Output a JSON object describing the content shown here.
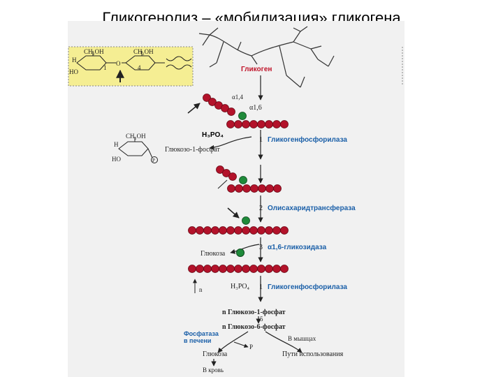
{
  "title": "Гликогенолиз – «мобилизация» гликогена",
  "structure": {
    "ch2oh_1": "CH₂OH",
    "ch2oh_2": "CH₂OH",
    "h": "H",
    "ho": "HO",
    "o": "O",
    "c1": "1",
    "c4": "4"
  },
  "glycogen_label": "Гликоген",
  "bond_a14": "α1,4",
  "bond_a16": "α1,6",
  "h3po4": "H₃PO₄",
  "step1_num": "1",
  "enzyme_1": "Гликогенфосфорилаза",
  "g1p_struct": {
    "ch2oh": "CH₂OH",
    "h": "H",
    "ho": "HO",
    "p": "P"
  },
  "g1p_label": "Глюкозо-1-фосфат",
  "step2_num": "2",
  "enzyme_2": "Олисахаридтрансфераза",
  "glucose_label": "Глюкоза",
  "step3_num": "3",
  "enzyme_3": "α1,6-гликозидаза",
  "h3po4_2": "H₃PO₄",
  "step1b_num": "1",
  "enzyme_1b": "Гликогенфосфорилаза",
  "n_label": "n",
  "prod_g1p": "n Глюкозо-1-фосфат",
  "step5_num": "5",
  "prod_g6p": "n Глюкозо-6-фосфат",
  "phosphatase": [
    "Фосфатаза",
    "в печени"
  ],
  "pi_label": "P",
  "muscles": "В мышцах",
  "glucose_final": "Глюкоза",
  "usage": "Пути использования",
  "blood": "В кровь",
  "colors": {
    "glucose_red": "#b3122a",
    "branch_green": "#1f8a3a",
    "enzyme_blue": "#1a5fa8",
    "highlight": "#f5ee93"
  }
}
